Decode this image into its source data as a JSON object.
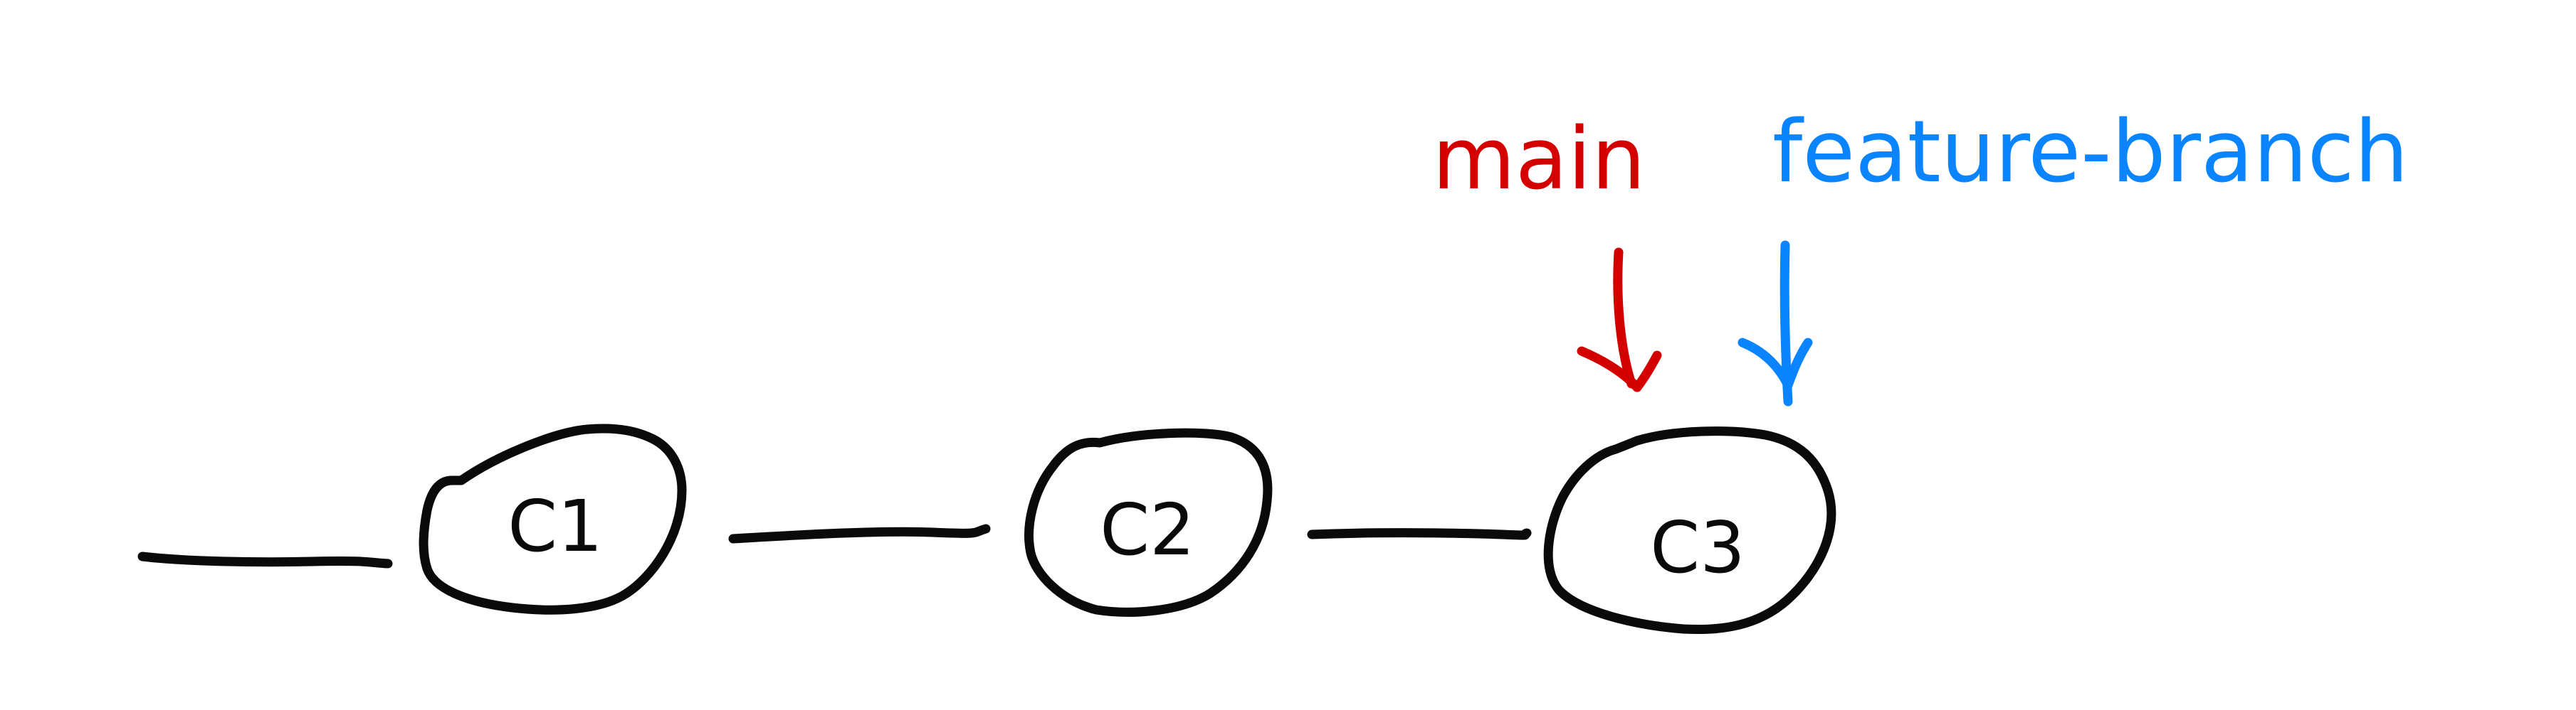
{
  "colors": {
    "ink": "#0a0a0a",
    "main_branch": "#d40000",
    "feature_branch": "#0a84ff",
    "background": "#ffffff"
  },
  "commits": [
    {
      "id": "c1",
      "label": "C1"
    },
    {
      "id": "c2",
      "label": "C2"
    },
    {
      "id": "c3",
      "label": "C3"
    }
  ],
  "branches": [
    {
      "label": "main",
      "points_to": "c3"
    },
    {
      "label": "feature-branch",
      "points_to": "c3"
    }
  ]
}
